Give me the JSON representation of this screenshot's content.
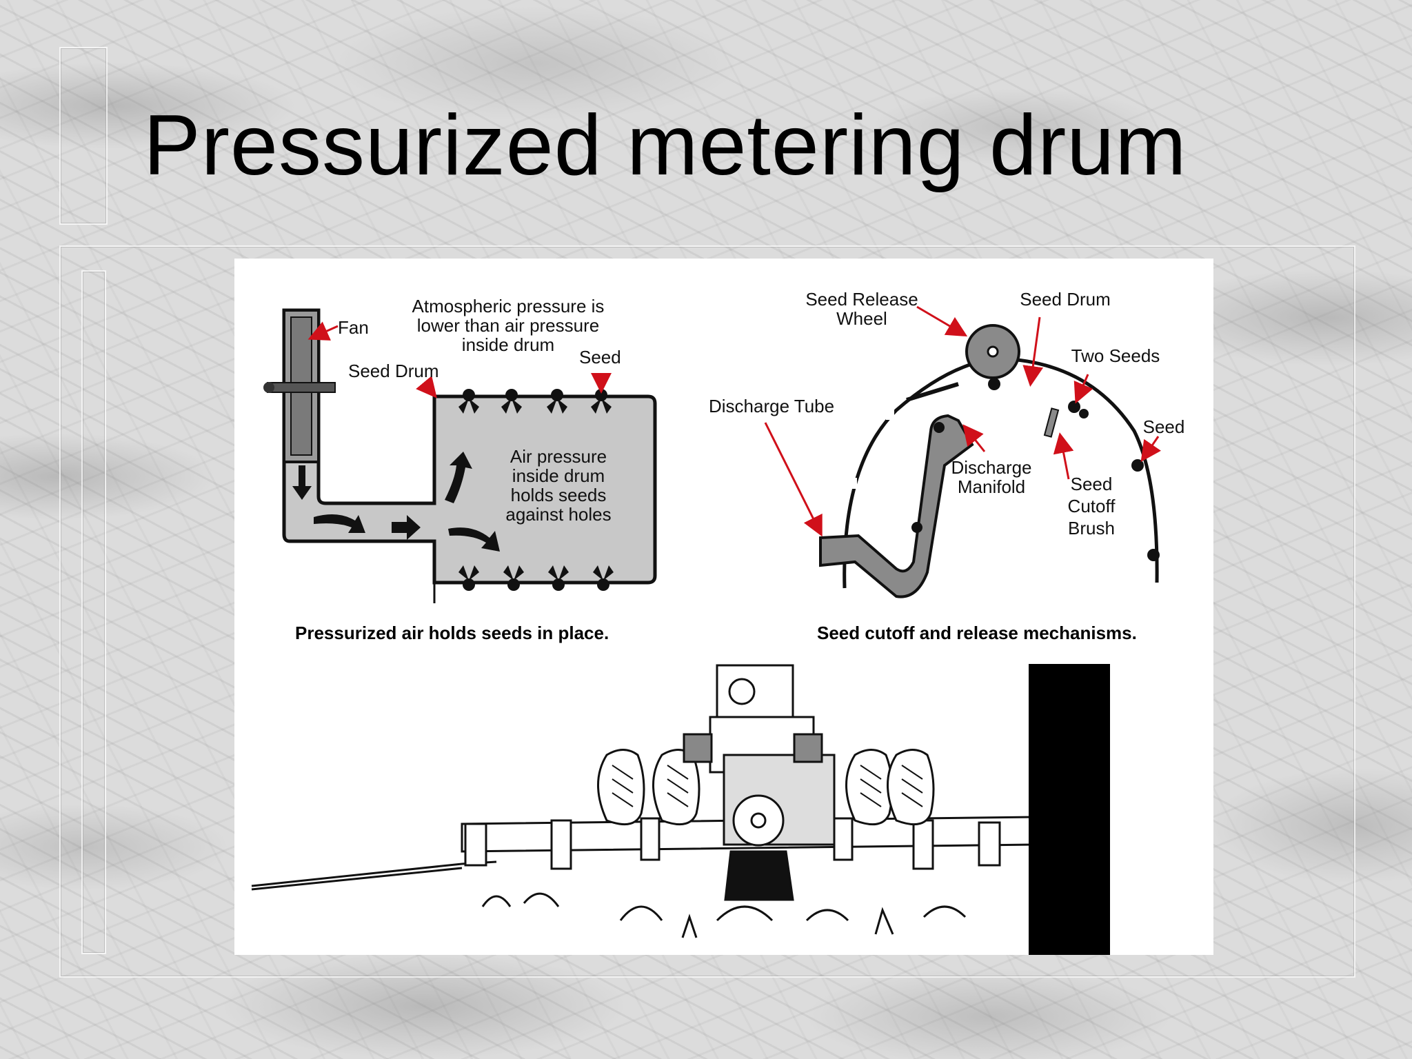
{
  "slide": {
    "title": "Pressurized metering drum"
  },
  "left_diagram": {
    "labels": {
      "fan": "Fan",
      "atmospheric_line1": "Atmospheric pressure is",
      "atmospheric_line2": "lower than air pressure",
      "atmospheric_line3": "inside drum",
      "seed_drum": "Seed Drum",
      "seed": "Seed",
      "air_line1": "Air pressure",
      "air_line2": "inside drum",
      "air_line3": "holds seeds",
      "air_line4": "against holes"
    },
    "caption": "Pressurized air holds seeds in place."
  },
  "right_diagram": {
    "labels": {
      "seed_release_line1": "Seed Release",
      "seed_release_line2": "Wheel",
      "seed_drum": "Seed Drum",
      "two_seeds": "Two Seeds",
      "discharge_tube": "Discharge Tube",
      "seed": "Seed",
      "discharge_manifold_line1": "Discharge",
      "discharge_manifold_line2": "Manifold",
      "cutoff_line1": "Seed",
      "cutoff_line2": "Cutoff",
      "cutoff_line3": "Brush"
    },
    "caption": "Seed cutoff and release mechanisms."
  },
  "colors": {
    "arrow_red": "#d0101a",
    "fill_gray": "#c8c8c8",
    "dark_gray": "#8a8a8a"
  }
}
